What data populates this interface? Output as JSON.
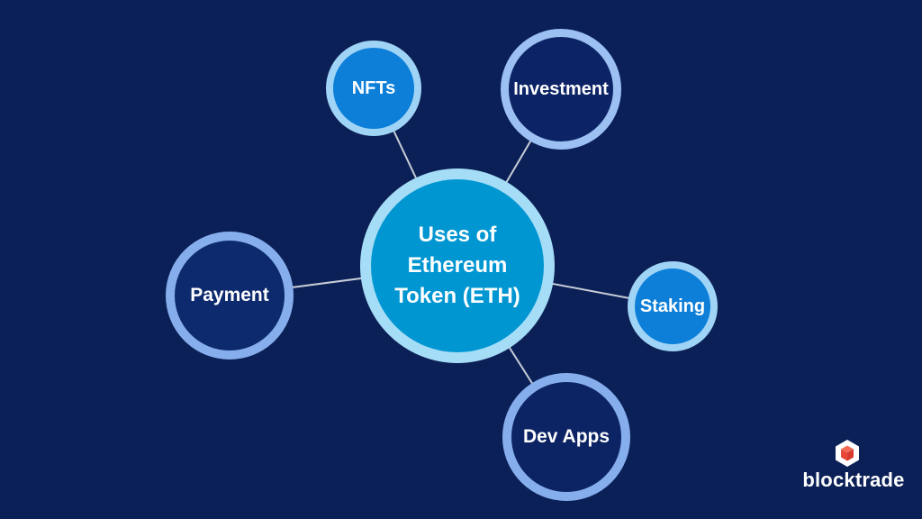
{
  "diagram": {
    "center_node": {
      "label": "Uses of Ethereum Token (ETH)",
      "label_lines": [
        "Uses of",
        "Ethereum",
        "Token (ETH)"
      ]
    },
    "nodes": [
      {
        "id": "nfts",
        "label": "NFTs",
        "style": "bright-blue"
      },
      {
        "id": "investment",
        "label": "Investment",
        "style": "dark-navy"
      },
      {
        "id": "payment",
        "label": "Payment",
        "style": "dark-navy"
      },
      {
        "id": "staking",
        "label": "Staking",
        "style": "bright-blue"
      },
      {
        "id": "dev-apps",
        "label": "Dev Apps",
        "style": "dark-navy"
      }
    ]
  },
  "branding": {
    "wordmark": "blocktrade",
    "icon": "hexagon-cube-icon"
  },
  "colors": {
    "background": "#0b2057",
    "center_fill": "#0096d2",
    "center_ring": "#a6ddf6",
    "bright_fill": "#0d7fd8",
    "bright_ring": "#9fd4f6",
    "navy_fill": "#0c2465",
    "periwinkle_ring": "#86aeed",
    "connector_line": "#c7ccd7",
    "text": "#ffffff",
    "logo_red": "#e8473a"
  }
}
